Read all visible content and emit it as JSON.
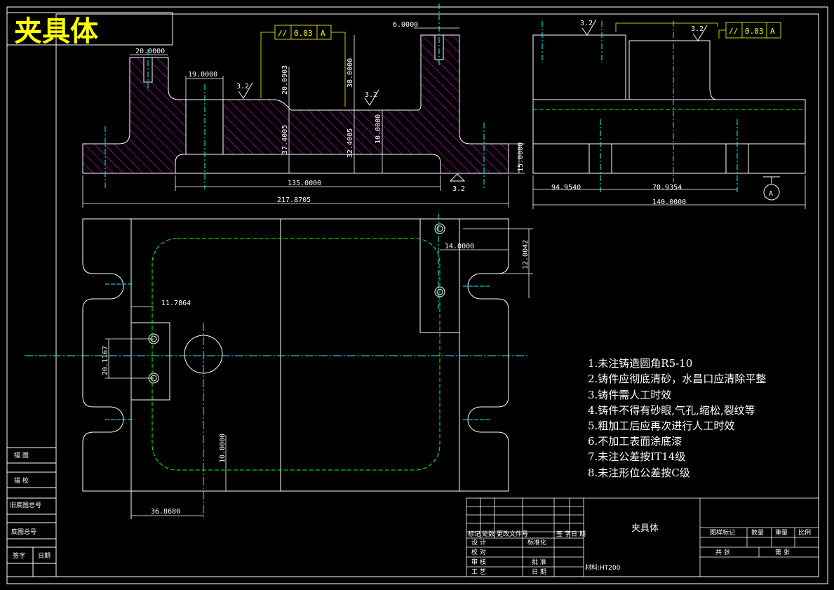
{
  "drawing": {
    "title": "夹具体",
    "colors": {
      "background": "#000000",
      "outline": "#ffffff",
      "center": "#00ffff",
      "hatch": "#ff00ff",
      "hidden": "#00ff00",
      "annotation": "#ffff00"
    }
  },
  "front_view": {
    "dims": [
      "20.0000",
      "19.0000",
      "20.0903",
      "38.0000",
      "6.0000",
      "37.4005",
      "32.4005",
      "10.0000",
      "15.0000",
      "135.0000",
      "217.8705"
    ],
    "roughness": [
      "3.2",
      "3.2",
      "3.2"
    ],
    "tolerance": {
      "symbol": "//",
      "value": "0.03",
      "datum": "A"
    }
  },
  "side_view": {
    "dims": [
      "94.9540",
      "70.9354",
      "140.0000"
    ],
    "roughness": [
      "3.2",
      "3.2"
    ],
    "tolerance": {
      "symbol": "//",
      "value": "0.03",
      "datum": "A"
    },
    "datum_label": "A"
  },
  "plan_view": {
    "dims": [
      "14.0000",
      "12.0042",
      "11.7864",
      "20.1167",
      "10.0000",
      "36.8680"
    ]
  },
  "notes": [
    "1.未注铸造圆角R5-10",
    "2.铸件应彻底清砂，水昌口应清除平整",
    "3.铸件需人工时效",
    "4.铸件不得有砂眼,气孔,缩松,裂纹等",
    "5.粗加工后应再次进行人工时效",
    "6.不加工表面涂底漆",
    "7.未注公差按IT14级",
    "8.未注形位公差按C级"
  ],
  "left_strip": [
    "描 图",
    "描 校",
    "旧底图总号",
    "底图总号",
    "签字",
    "日期"
  ],
  "title_block": {
    "part_name": "夹具体",
    "material": "材料:HT200",
    "change_row": [
      "标记",
      "处数",
      "更改文件号",
      "签 字",
      "日 期"
    ],
    "roles": [
      "设 计",
      "校 对",
      "审 核",
      "工 艺"
    ],
    "std": "标准化",
    "approve": "批 准",
    "date": "日 期",
    "stage_headers": [
      "图样标记",
      "数量",
      "重量",
      "比例"
    ],
    "sheet": [
      "共 张",
      "第 张"
    ]
  }
}
